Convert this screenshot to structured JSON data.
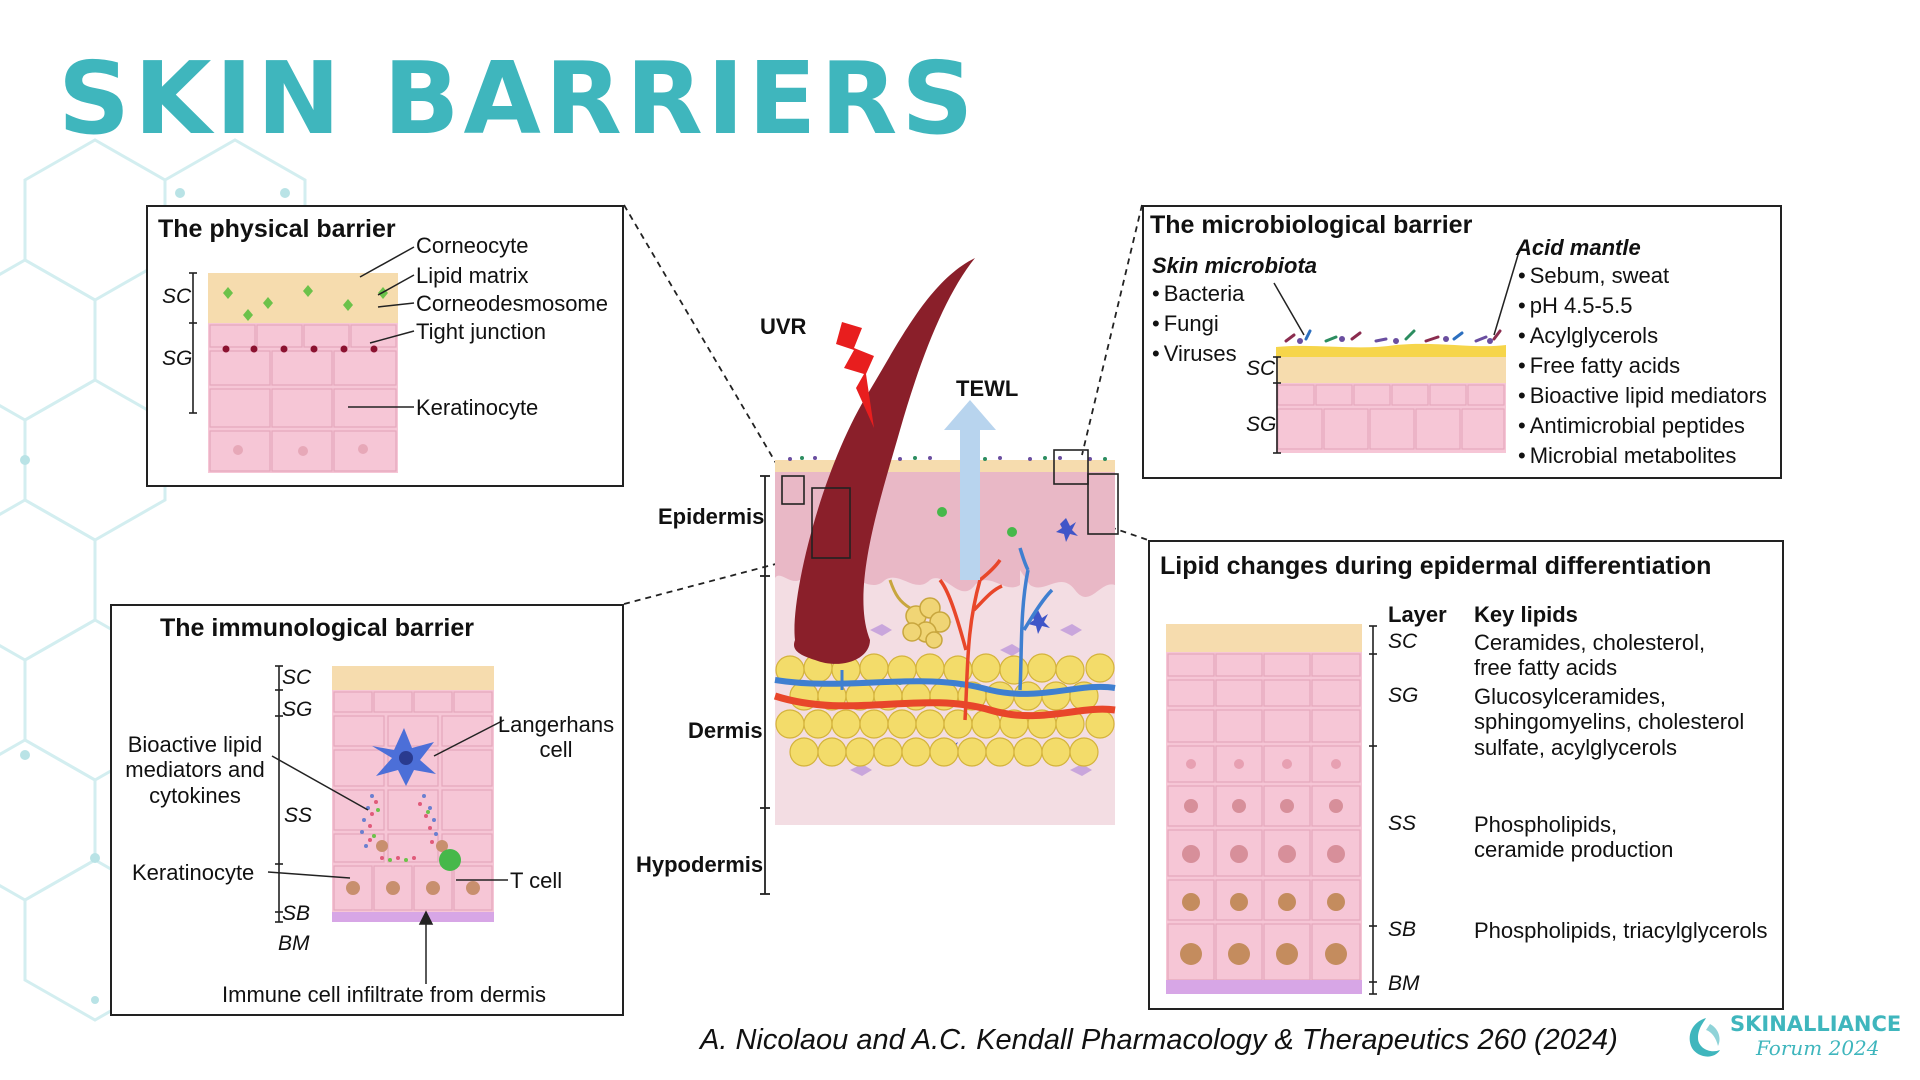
{
  "title": "SKIN BARRIERS",
  "physical": {
    "title": "The physical barrier",
    "labels": {
      "corneocyte": "Corneocyte",
      "lipid_matrix": "Lipid matrix",
      "corneodesmosome": "Corneodesmosome",
      "tight_junction": "Tight junction",
      "keratinocyte": "Keratinocyte"
    },
    "layers": [
      "SC",
      "SG"
    ]
  },
  "immunological": {
    "title": "The immunological barrier",
    "layers": [
      "SC",
      "SG",
      "SS",
      "SB",
      "BM"
    ],
    "labels": {
      "bioactive_line1": "Bioactive lipid",
      "bioactive_line2": "mediators and",
      "bioactive_line3": "cytokines",
      "langerhans_line1": "Langerhans",
      "langerhans_line2": "cell",
      "keratinocyte": "Keratinocyte",
      "tcell": "T cell",
      "immune_infiltrate": "Immune cell infiltrate from dermis"
    }
  },
  "microbiological": {
    "title": "The microbiological barrier",
    "microbiota_heading": "Skin microbiota",
    "microbiota_items": [
      "Bacteria",
      "Fungi",
      "Viruses"
    ],
    "acid_heading": "Acid mantle",
    "acid_items": [
      "Sebum, sweat",
      "pH 4.5-5.5",
      "Acylglycerols",
      "Free fatty acids",
      "Bioactive lipid mediators",
      "Antimicrobial peptides",
      "Microbial metabolites"
    ],
    "layers": [
      "SC",
      "SG"
    ]
  },
  "lipid": {
    "title": "Lipid changes during epidermal differentiation",
    "col_layer": "Layer",
    "col_lipids": "Key lipids",
    "rows": [
      {
        "layer": "SC",
        "line1": "Ceramides, cholesterol,",
        "line2": "free fatty acids",
        "line3": ""
      },
      {
        "layer": "SG",
        "line1": "Glucosylceramides,",
        "line2": "sphingomyelins, cholesterol",
        "line3": "sulfate, acylglycerols"
      },
      {
        "layer": "SS",
        "line1": "Phospholipids,",
        "line2": "ceramide production",
        "line3": ""
      },
      {
        "layer": "SB",
        "line1": "Phospholipids, triacylglycerols",
        "line2": "",
        "line3": ""
      }
    ],
    "bm": "BM"
  },
  "center": {
    "uvr": "UVR",
    "tewl": "TEWL",
    "epidermis": "Epidermis",
    "dermis": "Dermis",
    "hypodermis": "Hypodermis"
  },
  "citation": "A. Nicolaou and A.C. Kendall Pharmacology & Therapeutics 260 (2024)",
  "logo": {
    "main": "SKINALLIANCE",
    "sub": "Forum 2024"
  },
  "colors": {
    "accent": "#3fb6bd",
    "sc_layer": "#f6dcae",
    "skin_pink": "#f6c6d6",
    "dermis": "#f3dde3",
    "fat": "#f3dc6a",
    "artery": "#e8462a",
    "vein": "#3f7fd0",
    "hair": "#8a1f2a",
    "bm": "#d7a6e6"
  }
}
